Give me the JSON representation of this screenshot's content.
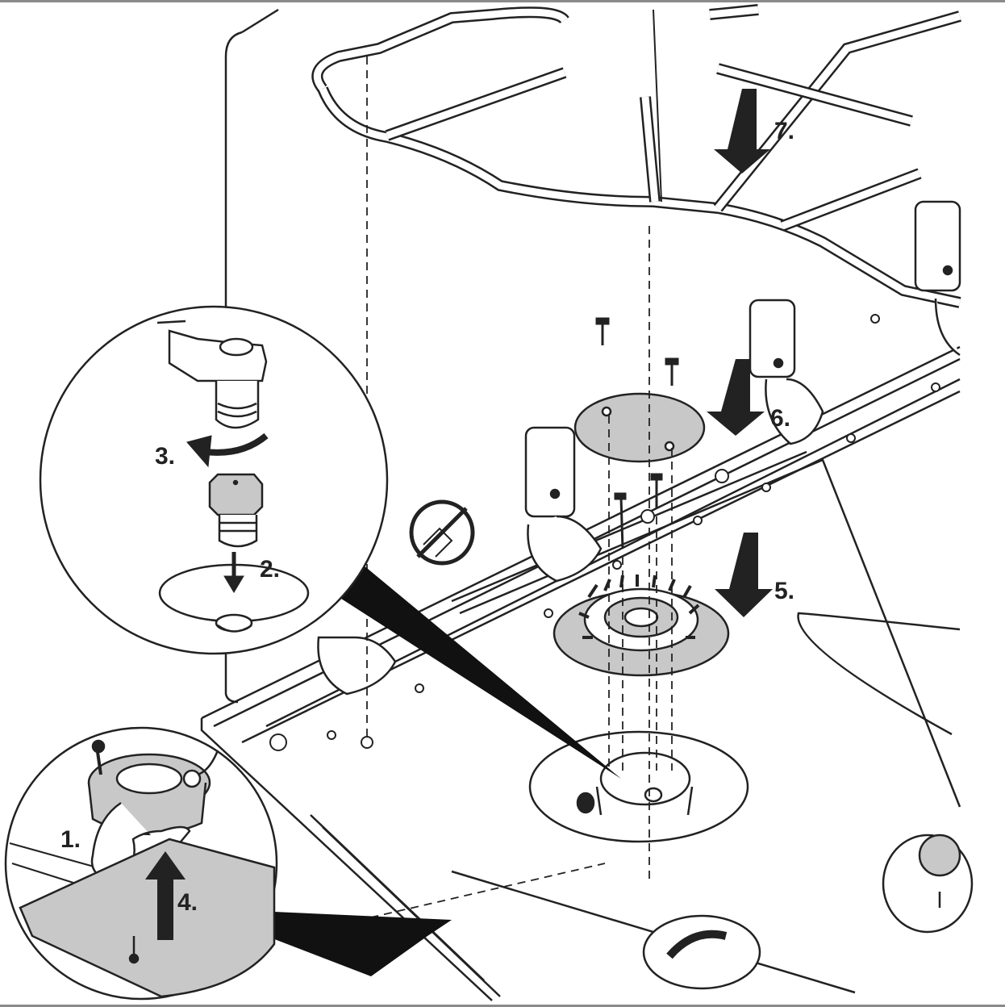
{
  "colors": {
    "line": "#222222",
    "part_fill": "#ffffff",
    "shade": "#c8c8c8",
    "dark": "#111111",
    "frame": "#8a8a8a"
  },
  "steps": [
    {
      "key": "step1",
      "label": "1."
    },
    {
      "key": "step2",
      "label": "2."
    },
    {
      "key": "step3",
      "label": "3."
    },
    {
      "key": "step4",
      "label": "4."
    },
    {
      "key": "step5",
      "label": "5."
    },
    {
      "key": "step6",
      "label": "6."
    },
    {
      "key": "step7",
      "label": "7."
    }
  ],
  "icons": {
    "no_tools": "no-tools-prohibition-icon",
    "arrow_down": "arrow-down-icon",
    "arrow_up": "arrow-up-icon",
    "rotate": "rotate-arrow-icon"
  }
}
